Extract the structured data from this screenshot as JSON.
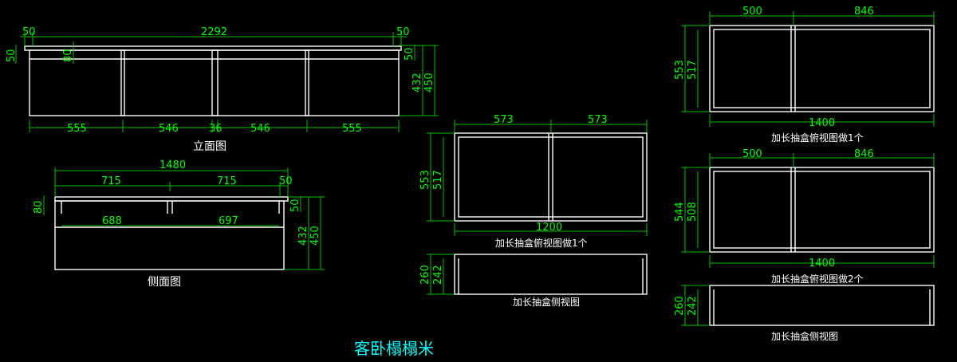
{
  "colors": {
    "background": "#000000",
    "geometry": "#ffffff",
    "dimension": "#00ff00",
    "title": "#00ffff"
  },
  "elevation": {
    "label": "立面图",
    "dims": {
      "total": "2292",
      "left_end": "50",
      "right_end": "50",
      "top_left": "50",
      "top_right": "50",
      "rail": "80",
      "h_inner": "432",
      "h_outer": "450",
      "seg1": "555",
      "seg2": "546",
      "mid": "36",
      "seg3": "546",
      "seg4": "555"
    }
  },
  "side": {
    "label": "侧面图",
    "dims": {
      "total": "1480",
      "half_left": "715",
      "half_right": "715",
      "end": "50",
      "rail": "80",
      "right_top": "50",
      "inner_left": "688",
      "inner_right": "697",
      "h_inner": "432",
      "h_outer": "450"
    }
  },
  "drawer1200": {
    "label": "加长抽盒俯视图做1个",
    "dims": {
      "left": "573",
      "right": "573",
      "depth_outer": "553",
      "depth_inner": "517",
      "width": "1200"
    }
  },
  "drawer1200_side": {
    "label": "加长抽盒侧视图",
    "dims": {
      "h_outer": "260",
      "h_inner": "242"
    }
  },
  "drawer1400a": {
    "label": "加长抽盒俯视图做1个",
    "dims": {
      "left": "500",
      "right": "846",
      "depth_outer": "553",
      "depth_inner": "517",
      "width": "1400"
    }
  },
  "drawer1400b": {
    "label": "加长抽盒俯视图做2个",
    "dims": {
      "left": "500",
      "right": "846",
      "depth_outer": "544",
      "depth_inner": "508",
      "width": "1400"
    }
  },
  "drawer1400_side": {
    "label": "加长抽盒侧视图",
    "dims": {
      "h_outer": "260",
      "h_inner": "242"
    }
  },
  "title": "客卧榻榻米"
}
